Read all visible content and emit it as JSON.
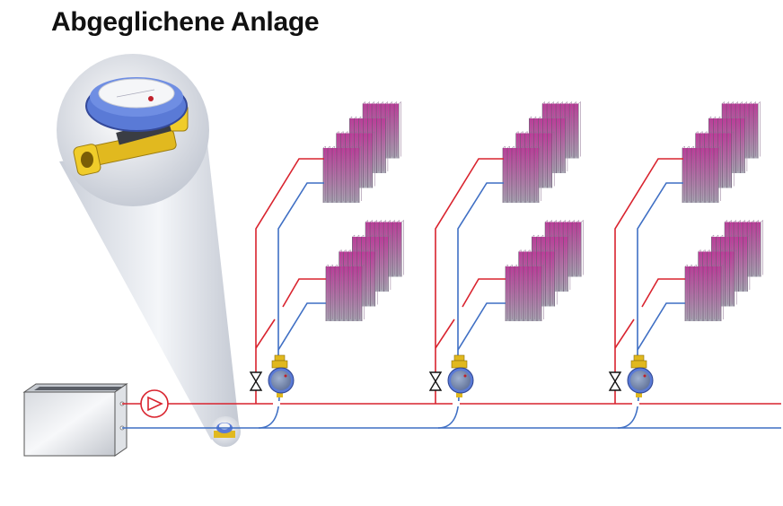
{
  "title": "Abgeglichene Anlage",
  "colors": {
    "supply": "#d9232e",
    "return": "#3f6fc4",
    "radiator_top": "#c2369a",
    "radiator_bottom": "#a9a9b4",
    "meter_blue": "#5a7ad6",
    "brass": "#e0b81e"
  },
  "diagram": {
    "branches": [
      "branch-1",
      "branch-2",
      "branch-3"
    ],
    "radiators_per_bank": 4,
    "banks_per_branch": 2
  }
}
